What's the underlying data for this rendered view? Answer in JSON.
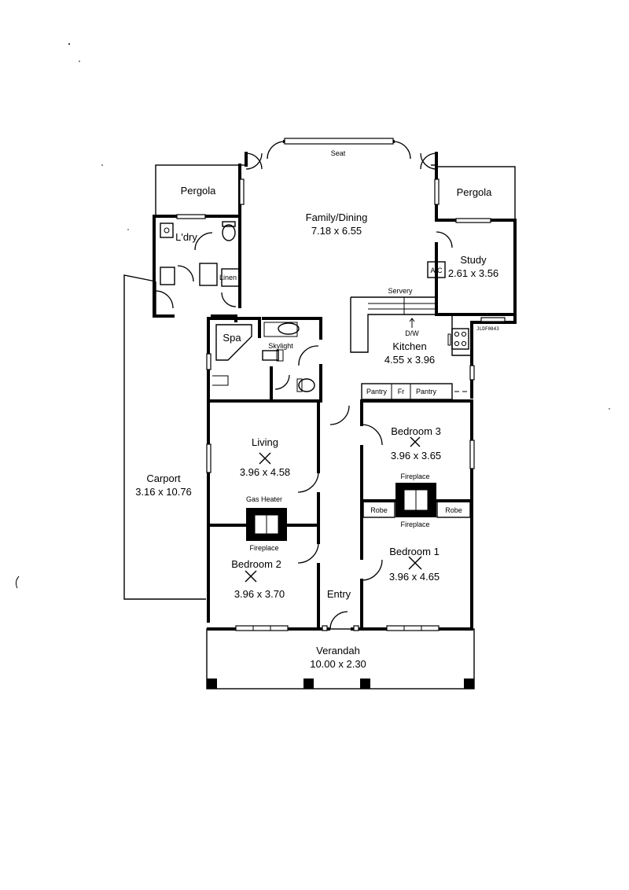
{
  "rooms": {
    "seat": "Seat",
    "pergola_left": "Pergola",
    "pergola_right": "Pergola",
    "family_dining": {
      "name": "Family/Dining",
      "size": "7.18 x 6.55"
    },
    "laundry": "L'dry",
    "linen": "Linen",
    "study": {
      "name": "Study",
      "size": "2.61 x 3.56"
    },
    "ac": "A/C",
    "servery": "Servery",
    "dw": "D/W",
    "kitchen": {
      "name": "Kitchen",
      "size": "4.55 x 3.96"
    },
    "spa": "Spa",
    "skylight": "Skylight",
    "pantry_left": "Pantry",
    "fridge": "Fr",
    "pantry_right": "Pantry",
    "carport": {
      "name": "Carport",
      "size": "3.16 x 10.76"
    },
    "living": {
      "name": "Living",
      "size": "3.96 x 4.58"
    },
    "gas_heater": "Gas Heater",
    "fireplace_left": "Fireplace",
    "bedroom2": {
      "name": "Bedroom 2",
      "size": "3.96 x 3.70"
    },
    "bedroom3": {
      "name": "Bedroom 3",
      "size": "3.96 x 3.65"
    },
    "fireplace_upper": "Fireplace",
    "robe_left": "Robe",
    "robe_right": "Robe",
    "fireplace_lower": "Fireplace",
    "bedroom1": {
      "name": "Bedroom 1",
      "size": "3.96 x 4.65"
    },
    "entry": "Entry",
    "verandah": {
      "name": "Verandah",
      "size": "10.00 x 2.30"
    }
  },
  "plan_code": "JLDF0843",
  "colors": {
    "ink": "#000000",
    "paper": "#ffffff"
  }
}
